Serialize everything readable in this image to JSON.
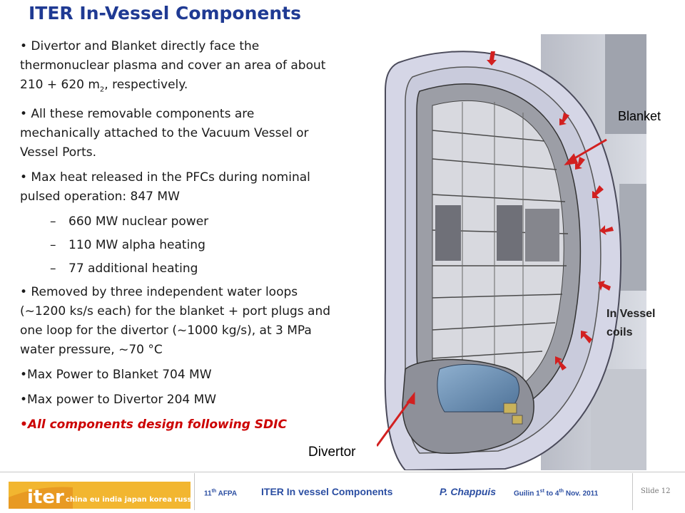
{
  "slide": {
    "title": "ITER In-Vessel Components",
    "bullets": [
      {
        "pre": "• Divertor and Blanket directly face the thermonuclear plasma and cover an area of about 210 + 620 m",
        "sub": "2",
        "post": ", respectively."
      },
      {
        "text": "• All these removable components are mechanically attached to the Vacuum Vessel or Vessel Ports."
      },
      {
        "text": "• Max heat released in the PFCs during nominal pulsed operation: 847 MW"
      },
      {
        "text": "• Removed by three independent water loops (~1200 ks/s each) for the blanket + port plugs and one loop for the divertor (~1000 kg/s), at 3 MPa water pressure, ~70 °C"
      },
      {
        "text": "•Max Power to Blanket 704 MW"
      },
      {
        "text": "•Max power to Divertor 204 MW"
      },
      {
        "text": "•All components design following SDIC"
      }
    ],
    "sub_bullets": [
      {
        "dash": "–",
        "text": "660 MW nuclear power"
      },
      {
        "dash": "–",
        "text": "110 MW alpha heating"
      },
      {
        "dash": "–",
        "text": "77 additional heating"
      }
    ],
    "accent_color": "#cc0000",
    "title_color": "#1f3a93"
  },
  "figure": {
    "labels": {
      "blanket": "Blanket",
      "in_vessel_coils": "In Vessel\ncoils",
      "divertor": "Divertor"
    }
  },
  "footer": {
    "logo_word": "iter",
    "logo_tagline": "china eu india japan korea russia usa",
    "conference_num": "11",
    "conference_sup": "th",
    "conference_name": " AFPA",
    "talk_title": "ITER In vessel Components",
    "author": "P. Chappuis",
    "venue_pre": "Guilin 1",
    "venue_sup1": "st",
    "venue_mid": " to 4",
    "venue_sup2": "th",
    "venue_post": " Nov. 2011",
    "slide_number": "Slide 12"
  }
}
